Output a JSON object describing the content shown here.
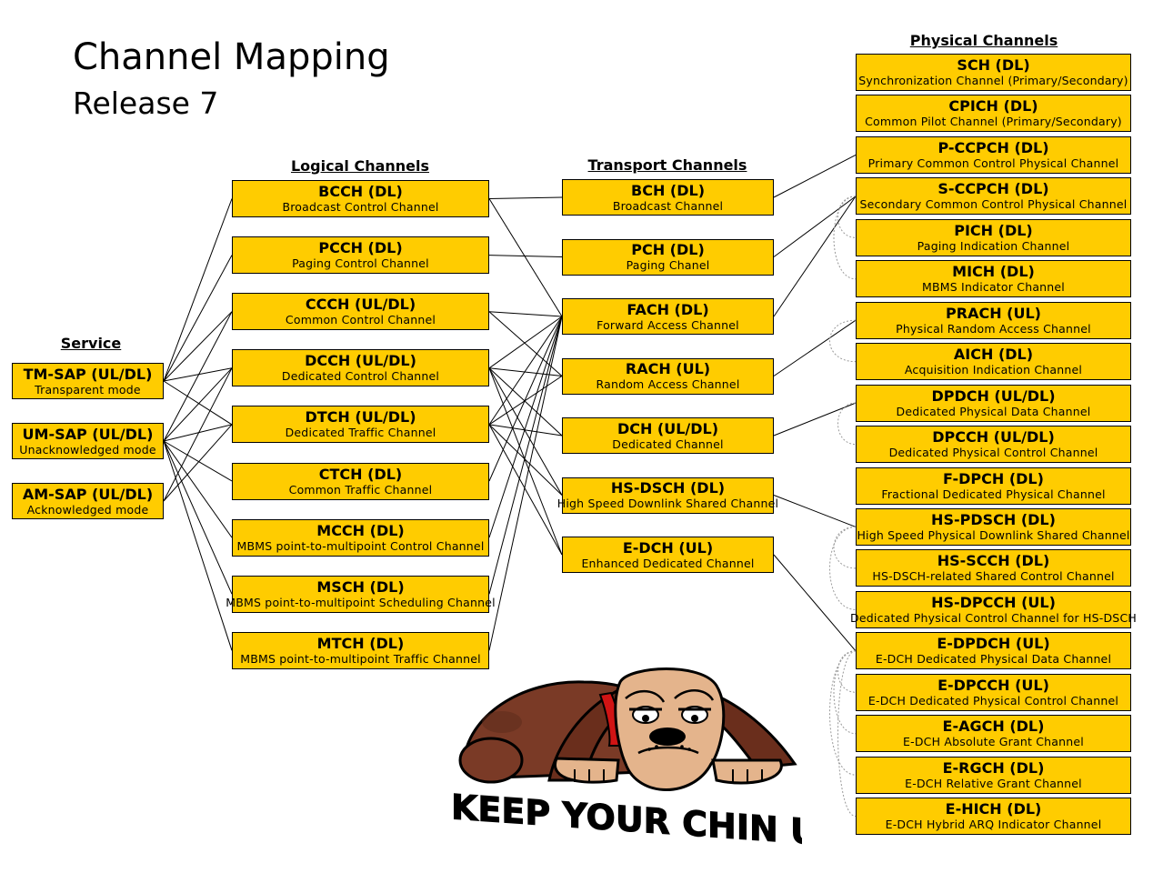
{
  "title": "Channel Mapping",
  "subtitle": "Release 7",
  "headers": {
    "service": "Service",
    "logical": "Logical Channels",
    "transport": "Transport Channels",
    "physical": "Physical Channels"
  },
  "service": [
    {
      "id": "tm",
      "name": "TM-SAP (UL/DL)",
      "desc": "Transparent mode"
    },
    {
      "id": "um",
      "name": "UM-SAP (UL/DL)",
      "desc": "Unacknowledged mode"
    },
    {
      "id": "am",
      "name": "AM-SAP (UL/DL)",
      "desc": "Acknowledged mode"
    }
  ],
  "logical": [
    {
      "id": "bcch",
      "name": "BCCH (DL)",
      "desc": "Broadcast Control Channel"
    },
    {
      "id": "pcch",
      "name": "PCCH (DL)",
      "desc": "Paging Control Channel"
    },
    {
      "id": "ccch",
      "name": "CCCH (UL/DL)",
      "desc": "Common Control Channel"
    },
    {
      "id": "dcch",
      "name": "DCCH (UL/DL)",
      "desc": "Dedicated Control Channel"
    },
    {
      "id": "dtch",
      "name": "DTCH (UL/DL)",
      "desc": "Dedicated Traffic Channel"
    },
    {
      "id": "ctch",
      "name": "CTCH (DL)",
      "desc": "Common Traffic Channel"
    },
    {
      "id": "mcch",
      "name": "MCCH (DL)",
      "desc": "MBMS point-to-multipoint Control Channel"
    },
    {
      "id": "msch",
      "name": "MSCH (DL)",
      "desc": "MBMS point-to-multipoint Scheduling Channel"
    },
    {
      "id": "mtch",
      "name": "MTCH (DL)",
      "desc": "MBMS point-to-multipoint Traffic Channel"
    }
  ],
  "transport": [
    {
      "id": "bch",
      "name": "BCH (DL)",
      "desc": "Broadcast Channel"
    },
    {
      "id": "pch",
      "name": "PCH (DL)",
      "desc": "Paging Chanel"
    },
    {
      "id": "fach",
      "name": "FACH (DL)",
      "desc": "Forward Access Channel"
    },
    {
      "id": "rach",
      "name": "RACH (UL)",
      "desc": "Random Access Channel"
    },
    {
      "id": "dch",
      "name": "DCH (UL/DL)",
      "desc": "Dedicated Channel"
    },
    {
      "id": "hsdsch",
      "name": "HS-DSCH (DL)",
      "desc": "High Speed Downlink Shared Channel"
    },
    {
      "id": "edch",
      "name": "E-DCH (UL)",
      "desc": "Enhanced Dedicated Channel"
    }
  ],
  "physical": [
    {
      "id": "sch",
      "name": "SCH (DL)",
      "desc": "Synchronization Channel (Primary/Secondary)"
    },
    {
      "id": "cpich",
      "name": "CPICH (DL)",
      "desc": "Common Pilot Channel (Primary/Secondary)"
    },
    {
      "id": "pccpch",
      "name": "P-CCPCH (DL)",
      "desc": "Primary Common Control Physical Channel"
    },
    {
      "id": "sccpch",
      "name": "S-CCPCH (DL)",
      "desc": "Secondary Common Control Physical Channel"
    },
    {
      "id": "pich",
      "name": "PICH (DL)",
      "desc": "Paging Indication Channel"
    },
    {
      "id": "mich",
      "name": "MICH (DL)",
      "desc": "MBMS Indicator Channel"
    },
    {
      "id": "prach",
      "name": "PRACH (UL)",
      "desc": "Physical Random Access Channel"
    },
    {
      "id": "aich",
      "name": "AICH (DL)",
      "desc": "Acquisition Indication Channel"
    },
    {
      "id": "dpdch",
      "name": "DPDCH (UL/DL)",
      "desc": "Dedicated Physical Data Channel"
    },
    {
      "id": "dpcch",
      "name": "DPCCH (UL/DL)",
      "desc": "Dedicated Physical Control Channel"
    },
    {
      "id": "fdpch",
      "name": "F-DPCH (DL)",
      "desc": "Fractional Dedicated Physical Channel"
    },
    {
      "id": "hspdsch",
      "name": "HS-PDSCH (DL)",
      "desc": "High Speed Physical Downlink Shared Channel"
    },
    {
      "id": "hsscch",
      "name": "HS-SCCH (DL)",
      "desc": "HS-DSCH-related Shared Control Channel"
    },
    {
      "id": "hsdpcch",
      "name": "HS-DPCCH (UL)",
      "desc": "Dedicated Physical Control Channel for HS-DSCH"
    },
    {
      "id": "edpdch",
      "name": "E-DPDCH (UL)",
      "desc": "E-DCH Dedicated Physical Data Channel"
    },
    {
      "id": "edpcch",
      "name": "E-DPCCH (UL)",
      "desc": "E-DCH Dedicated Physical Control Channel"
    },
    {
      "id": "eagch",
      "name": "E-AGCH (DL)",
      "desc": "E-DCH Absolute Grant Channel"
    },
    {
      "id": "ergch",
      "name": "E-RGCH (DL)",
      "desc": "E-DCH Relative Grant Channel"
    },
    {
      "id": "ehich",
      "name": "E-HICH (DL)",
      "desc": "E-DCH Hybrid ARQ Indicator Channel"
    }
  ],
  "mappings": {
    "service_to_logical": [
      [
        "tm",
        "bcch"
      ],
      [
        "tm",
        "pcch"
      ],
      [
        "tm",
        "ccch"
      ],
      [
        "tm",
        "dcch"
      ],
      [
        "tm",
        "dtch"
      ],
      [
        "um",
        "ccch"
      ],
      [
        "um",
        "dcch"
      ],
      [
        "um",
        "dtch"
      ],
      [
        "um",
        "ctch"
      ],
      [
        "um",
        "mcch"
      ],
      [
        "um",
        "msch"
      ],
      [
        "um",
        "mtch"
      ],
      [
        "am",
        "dcch"
      ],
      [
        "am",
        "dtch"
      ]
    ],
    "logical_to_transport": [
      [
        "bcch",
        "bch"
      ],
      [
        "bcch",
        "fach"
      ],
      [
        "pcch",
        "pch"
      ],
      [
        "ccch",
        "fach"
      ],
      [
        "ccch",
        "rach"
      ],
      [
        "dcch",
        "fach"
      ],
      [
        "dcch",
        "rach"
      ],
      [
        "dcch",
        "dch"
      ],
      [
        "dcch",
        "hsdsch"
      ],
      [
        "dcch",
        "edch"
      ],
      [
        "dtch",
        "fach"
      ],
      [
        "dtch",
        "rach"
      ],
      [
        "dtch",
        "dch"
      ],
      [
        "dtch",
        "hsdsch"
      ],
      [
        "dtch",
        "edch"
      ],
      [
        "ctch",
        "fach"
      ],
      [
        "mcch",
        "fach"
      ],
      [
        "msch",
        "fach"
      ],
      [
        "mtch",
        "fach"
      ]
    ],
    "transport_to_physical": [
      [
        "bch",
        "pccpch"
      ],
      [
        "pch",
        "sccpch"
      ],
      [
        "fach",
        "sccpch"
      ],
      [
        "rach",
        "prach"
      ],
      [
        "dch",
        "dpdch"
      ],
      [
        "hsdsch",
        "hspdsch"
      ],
      [
        "edch",
        "edpdch"
      ]
    ],
    "physical_associated": [
      [
        "sccpch",
        "pich"
      ],
      [
        "sccpch",
        "mich"
      ],
      [
        "prach",
        "aich"
      ],
      [
        "dpdch",
        "dpcch"
      ],
      [
        "hspdsch",
        "hsscch"
      ],
      [
        "hspdsch",
        "hsdpcch"
      ],
      [
        "edpdch",
        "edpcch"
      ],
      [
        "edpdch",
        "eagch"
      ],
      [
        "edpdch",
        "ergch"
      ],
      [
        "edpdch",
        "ehich"
      ]
    ]
  },
  "mascot": {
    "caption": "KEEP YOUR CHIN UP",
    "fur_color": "#7a3a26",
    "face_color": "#e4b48c",
    "collar_color": "#d11414"
  },
  "colors": {
    "box_fill": "#ffcc00",
    "box_border": "#000000",
    "line": "#000000",
    "dotted_line": "#9a9a9a"
  }
}
